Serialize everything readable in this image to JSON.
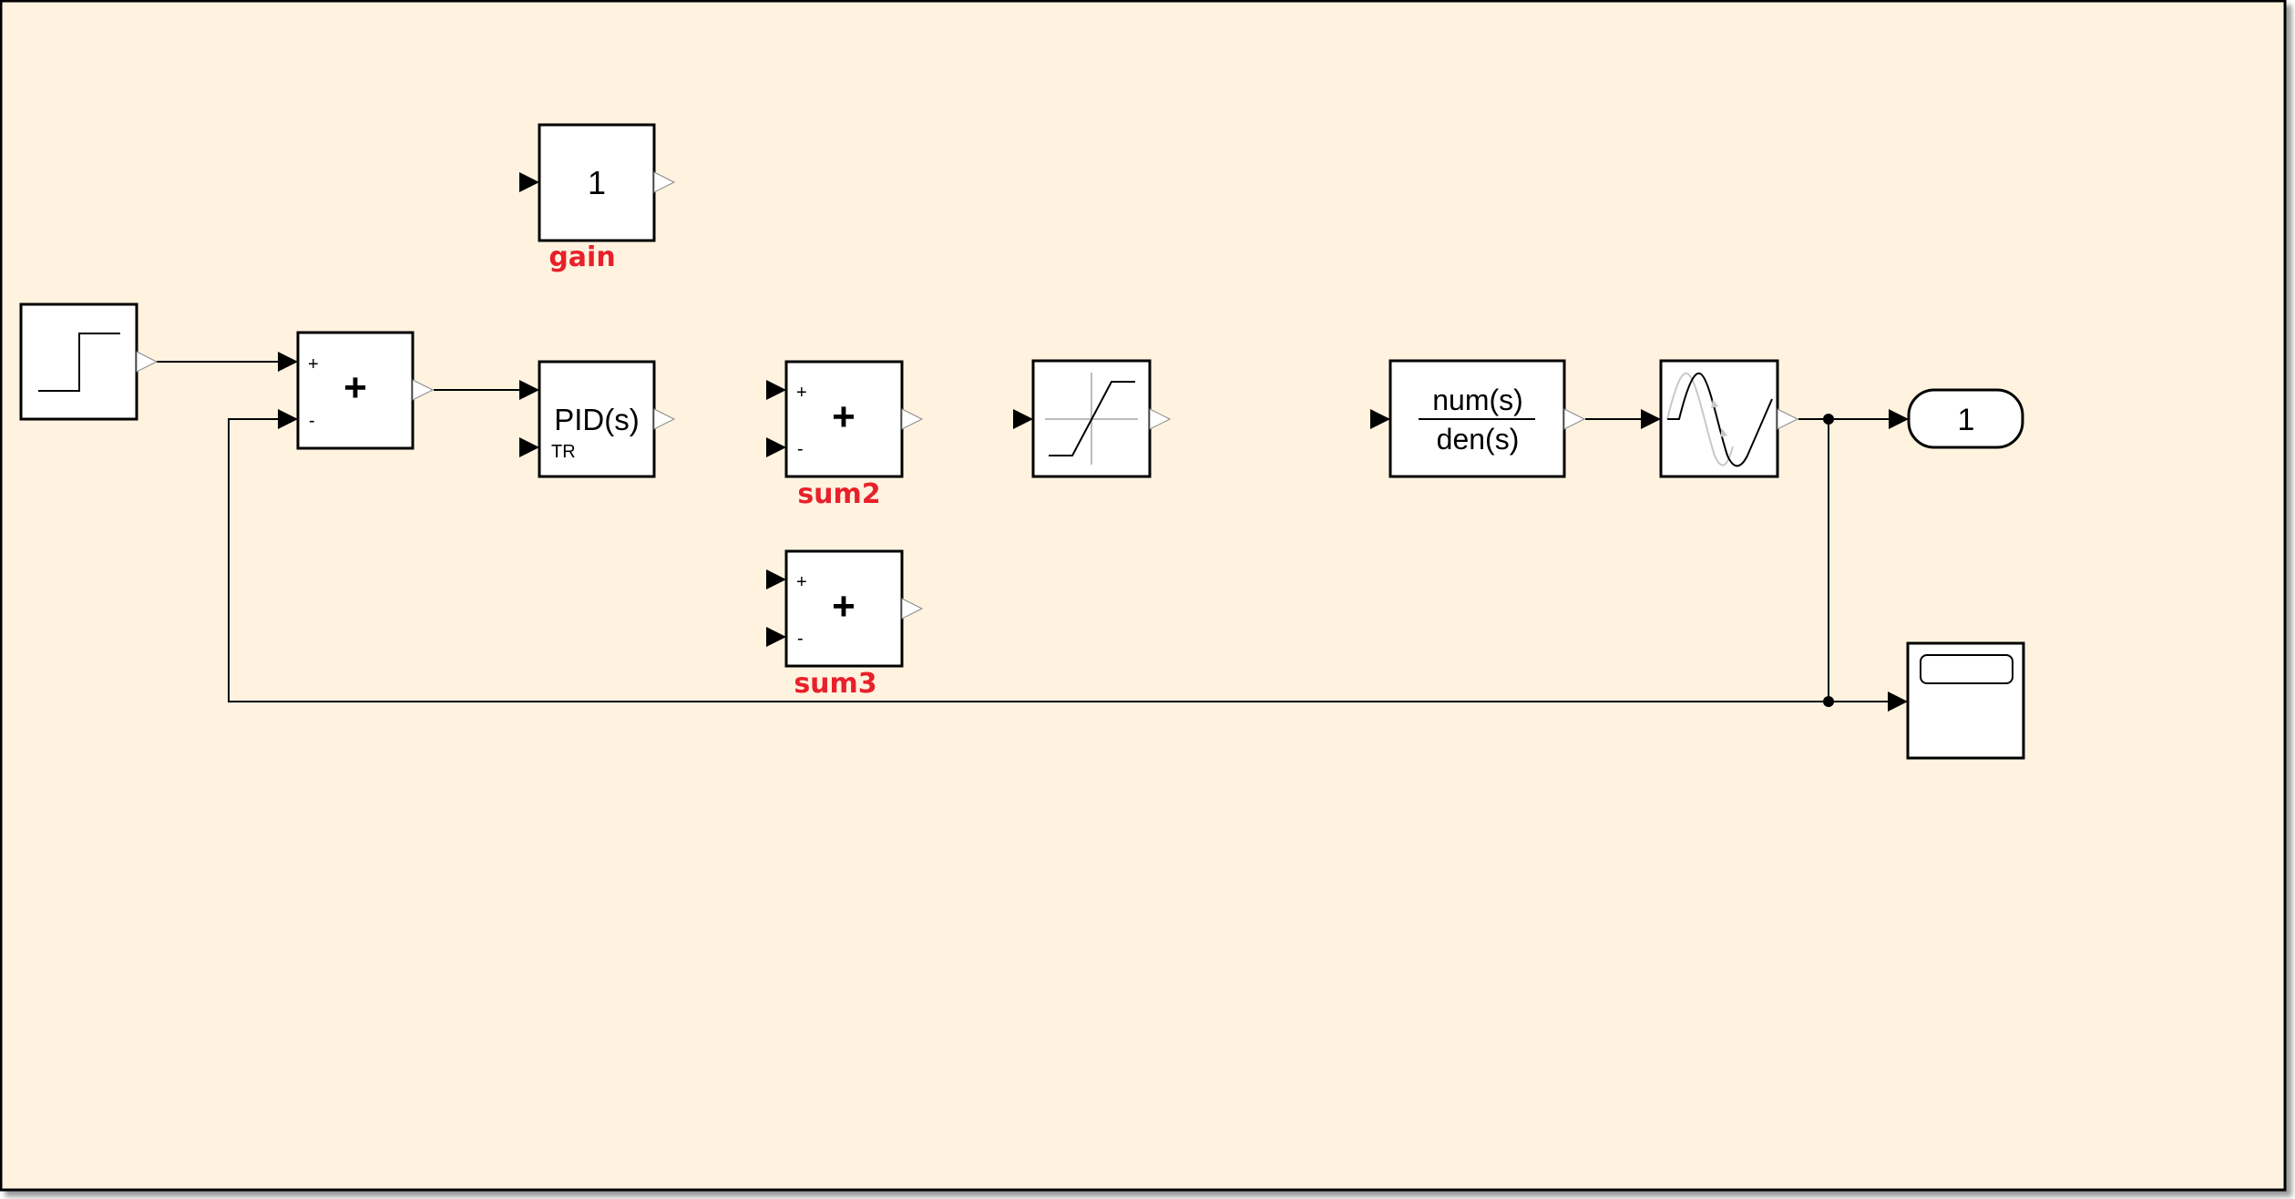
{
  "canvas": {
    "background_color": "#fff3e0",
    "label_color": "#e8202a"
  },
  "blocks": {
    "step": {
      "type": "Step",
      "icon": "step-icon"
    },
    "sum1": {
      "type": "Sum",
      "symbol": "+",
      "signs": [
        "+",
        "-"
      ]
    },
    "gain": {
      "type": "Gain",
      "value": "1",
      "label": "gain"
    },
    "pid": {
      "type": "PID Controller",
      "text": "PID(s)",
      "port_label": "TR"
    },
    "sum2": {
      "type": "Sum",
      "symbol": "+",
      "signs": [
        "+",
        "-"
      ],
      "label": "sum2"
    },
    "sum3": {
      "type": "Sum",
      "symbol": "+",
      "signs": [
        "+",
        "-"
      ],
      "label": "sum3"
    },
    "saturation": {
      "type": "Saturation",
      "icon": "saturation-icon"
    },
    "transfer_fcn": {
      "type": "Transfer Fcn",
      "numerator": "num(s)",
      "denominator": "den(s)"
    },
    "transport_delay": {
      "type": "Transport Delay",
      "icon": "sine-delay-icon"
    },
    "outport": {
      "type": "Outport",
      "value": "1"
    },
    "scope": {
      "type": "Scope",
      "icon": "scope-icon"
    }
  },
  "connections": [
    {
      "from": "step",
      "to": "sum1.in1"
    },
    {
      "from": "sum1",
      "to": "pid.in1"
    },
    {
      "from": "transfer_fcn",
      "to": "transport_delay"
    },
    {
      "from": "transport_delay",
      "to": "outport"
    },
    {
      "from": "transport_delay",
      "to": "scope"
    },
    {
      "from": "transport_delay",
      "to": "sum1.in2"
    }
  ]
}
